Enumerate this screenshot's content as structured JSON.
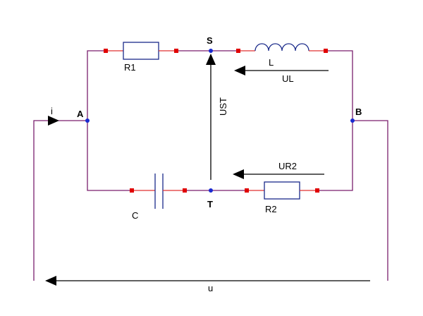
{
  "labels": {
    "node_a": "A",
    "node_b": "B",
    "node_s": "S",
    "node_t": "T",
    "current": "i",
    "r1": "R1",
    "r2": "R2",
    "inductor": "L",
    "capacitor": "C",
    "voltage_l": "UL",
    "voltage_r2": "UR2",
    "voltage_st": "UST",
    "voltage_u": "u"
  },
  "colors": {
    "wire": "#7a1f6e",
    "branch": "#e03030",
    "component": "#1a2a8a",
    "node": "#1a2ad0",
    "terminal": "#e00000",
    "arrow": "#000000"
  }
}
